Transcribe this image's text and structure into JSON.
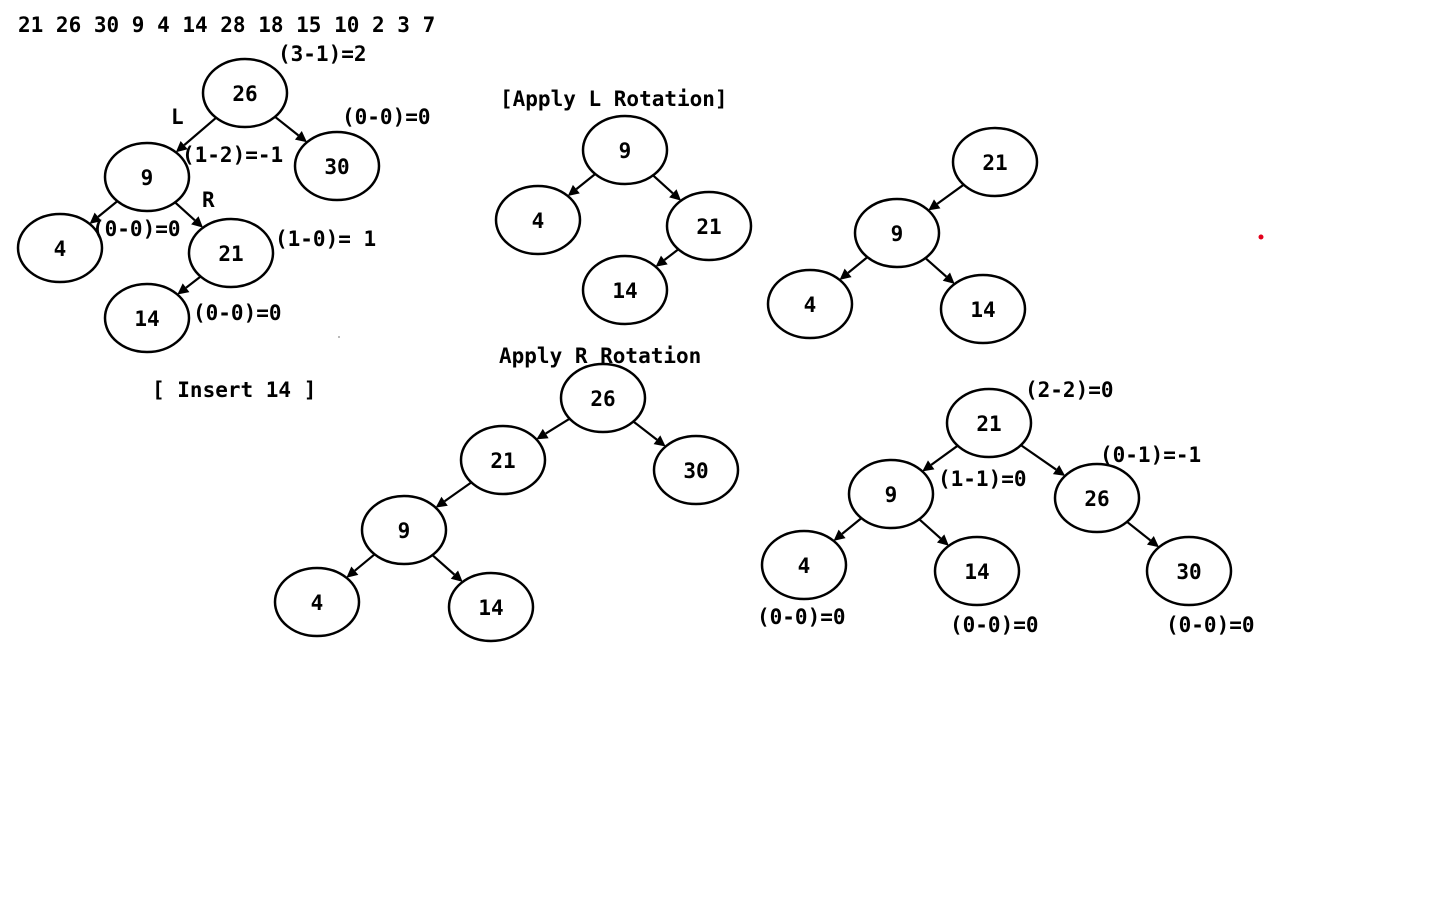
{
  "sequence": "21 26 30 9 4 14 28 18 15 10 2 3 7",
  "colors": {
    "stroke": "#000000",
    "background": "#ffffff",
    "marker_dot": "#e3001b"
  },
  "trees": [
    {
      "id": "insert-14-tree",
      "nodes": [
        {
          "id": "n26",
          "label": "26"
        },
        {
          "id": "n9",
          "label": "9"
        },
        {
          "id": "n30",
          "label": "30"
        },
        {
          "id": "n4",
          "label": "4"
        },
        {
          "id": "n21",
          "label": "21"
        },
        {
          "id": "n14",
          "label": "14"
        }
      ],
      "edges": [
        [
          "n26",
          "n9"
        ],
        [
          "n26",
          "n30"
        ],
        [
          "n9",
          "n4"
        ],
        [
          "n9",
          "n21"
        ],
        [
          "n21",
          "n14"
        ]
      ]
    },
    {
      "id": "l-rotation-tree",
      "nodes": [
        {
          "id": "n9",
          "label": "9"
        },
        {
          "id": "n4",
          "label": "4"
        },
        {
          "id": "n21",
          "label": "21"
        },
        {
          "id": "n14",
          "label": "14"
        }
      ],
      "edges": [
        [
          "n9",
          "n4"
        ],
        [
          "n9",
          "n21"
        ],
        [
          "n21",
          "n14"
        ]
      ]
    },
    {
      "id": "intermediate-tree",
      "nodes": [
        {
          "id": "n21",
          "label": "21"
        },
        {
          "id": "n9",
          "label": "9"
        },
        {
          "id": "n4",
          "label": "4"
        },
        {
          "id": "n14",
          "label": "14"
        }
      ],
      "edges": [
        [
          "n21",
          "n9"
        ],
        [
          "n9",
          "n4"
        ],
        [
          "n9",
          "n14"
        ]
      ]
    },
    {
      "id": "r-rotation-tree",
      "nodes": [
        {
          "id": "n26",
          "label": "26"
        },
        {
          "id": "n21",
          "label": "21"
        },
        {
          "id": "n30",
          "label": "30"
        },
        {
          "id": "n9",
          "label": "9"
        },
        {
          "id": "n4",
          "label": "4"
        },
        {
          "id": "n14",
          "label": "14"
        }
      ],
      "edges": [
        [
          "n26",
          "n21"
        ],
        [
          "n26",
          "n30"
        ],
        [
          "n21",
          "n9"
        ],
        [
          "n9",
          "n4"
        ],
        [
          "n9",
          "n14"
        ]
      ]
    },
    {
      "id": "balanced-tree",
      "nodes": [
        {
          "id": "n21",
          "label": "21"
        },
        {
          "id": "n9",
          "label": "9"
        },
        {
          "id": "n26",
          "label": "26"
        },
        {
          "id": "n4",
          "label": "4"
        },
        {
          "id": "n14",
          "label": "14"
        },
        {
          "id": "n30",
          "label": "30"
        }
      ],
      "edges": [
        [
          "n21",
          "n9"
        ],
        [
          "n21",
          "n26"
        ],
        [
          "n9",
          "n4"
        ],
        [
          "n9",
          "n14"
        ],
        [
          "n26",
          "n30"
        ]
      ]
    }
  ],
  "labels": [
    {
      "id": "bf-26",
      "text": "(3-1)=2"
    },
    {
      "id": "dir-l",
      "text": "L"
    },
    {
      "id": "bf-30",
      "text": "(0-0)=0"
    },
    {
      "id": "bf-9",
      "text": "(1-2)=-1"
    },
    {
      "id": "dir-r",
      "text": "R"
    },
    {
      "id": "bf-4",
      "text": "(0-0)=0"
    },
    {
      "id": "bf-21",
      "text": "(1-0)= 1"
    },
    {
      "id": "bf-14",
      "text": "(0-0)=0"
    },
    {
      "id": "caption-insert",
      "text": "[ Insert 14 ]"
    },
    {
      "id": "caption-l-rotation",
      "text": "[Apply L Rotation]"
    },
    {
      "id": "caption-r-rotation",
      "text": "Apply R Rotation"
    },
    {
      "id": "bf-final-21",
      "text": "(2-2)=0"
    },
    {
      "id": "bf-final-26",
      "text": "(0-1)=-1"
    },
    {
      "id": "bf-final-9",
      "text": "(1-1)=0"
    },
    {
      "id": "bf-final-4",
      "text": "(0-0)=0"
    },
    {
      "id": "bf-final-14",
      "text": "(0-0)=0"
    },
    {
      "id": "bf-final-30",
      "text": "(0-0)=0"
    }
  ]
}
